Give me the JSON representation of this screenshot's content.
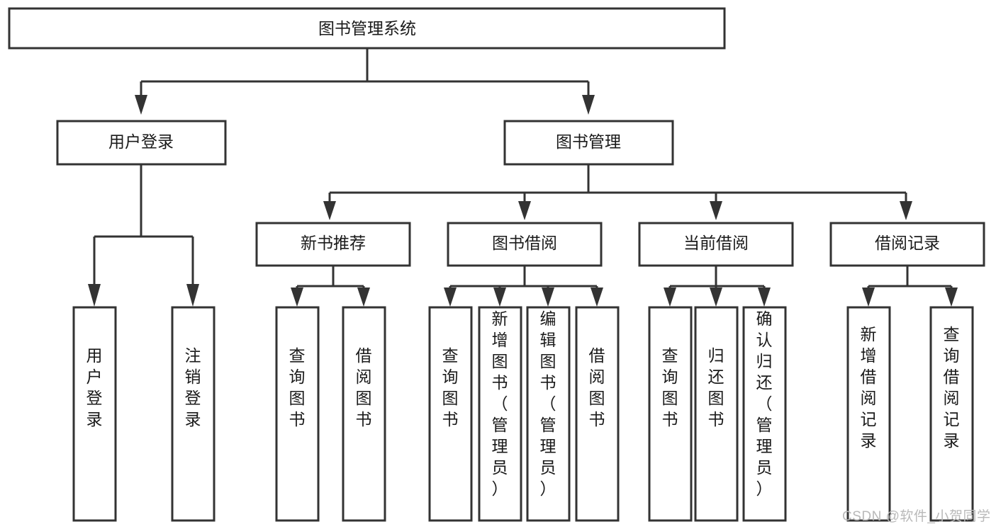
{
  "diagram": {
    "title": "图书管理系统",
    "type": "tree",
    "orientation": "top-down",
    "colors": {
      "stroke": "#333333",
      "fill": "#ffffff",
      "text": "#1a1a1a",
      "watermark": "#b9b9b9"
    },
    "root": {
      "id": "root",
      "label": "图书管理系统"
    },
    "level1": [
      {
        "id": "user-login",
        "label": "用户登录"
      },
      {
        "id": "book-manage",
        "label": "图书管理"
      }
    ],
    "level2": [
      {
        "id": "new-book-rec",
        "label": "新书推荐",
        "parent": "book-manage"
      },
      {
        "id": "book-borrow",
        "label": "图书借阅",
        "parent": "book-manage"
      },
      {
        "id": "current-borrow",
        "label": "当前借阅",
        "parent": "book-manage"
      },
      {
        "id": "borrow-record",
        "label": "借阅记录",
        "parent": "book-manage"
      }
    ],
    "leaves": [
      {
        "id": "leaf-user-login",
        "label": "用户登录",
        "parent": "user-login"
      },
      {
        "id": "leaf-user-logout",
        "label": "注销登录",
        "parent": "user-login"
      },
      {
        "id": "leaf-query-book-1",
        "label": "查询图书",
        "parent": "new-book-rec"
      },
      {
        "id": "leaf-borrow-book-1",
        "label": "借阅图书",
        "parent": "new-book-rec"
      },
      {
        "id": "leaf-query-book-2",
        "label": "查询图书",
        "parent": "book-borrow"
      },
      {
        "id": "leaf-add-book",
        "label": "新增图书（管理员）",
        "parent": "book-borrow"
      },
      {
        "id": "leaf-edit-book",
        "label": "编辑图书（管理员）",
        "parent": "book-borrow"
      },
      {
        "id": "leaf-borrow-book-2",
        "label": "借阅图书",
        "parent": "book-borrow"
      },
      {
        "id": "leaf-query-book-3",
        "label": "查询图书",
        "parent": "current-borrow"
      },
      {
        "id": "leaf-return-book",
        "label": "归还图书",
        "parent": "current-borrow"
      },
      {
        "id": "leaf-confirm-return",
        "label": "确认归还（管理员）",
        "parent": "current-borrow"
      },
      {
        "id": "leaf-add-record",
        "label": "新增借阅记录",
        "parent": "borrow-record"
      },
      {
        "id": "leaf-query-record",
        "label": "查询借阅记录",
        "parent": "borrow-record"
      }
    ]
  },
  "watermark": {
    "text": "CSDN @软件_小贺同学"
  }
}
